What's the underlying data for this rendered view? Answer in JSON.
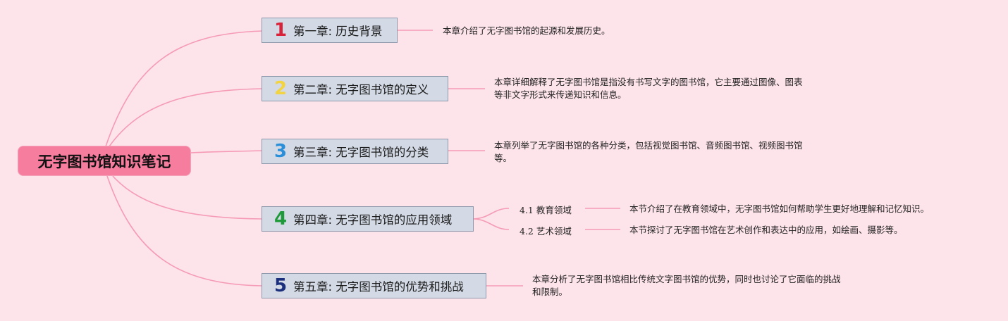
{
  "colors": {
    "background": "#fde3ea",
    "root_fill": "#f77d9f",
    "chapter_fill": "#d3dae5",
    "link": "#f59bb6"
  },
  "root": {
    "label": "无字图书馆知识笔记"
  },
  "chapters": [
    {
      "number": "1",
      "number_color": "#d8233a",
      "label": "第一章: 历史背景",
      "note": "本章介绍了无字图书馆的起源和发展历史。"
    },
    {
      "number": "2",
      "number_color": "#f2d443",
      "label": "第二章: 无字图书馆的定义",
      "note": "本章详细解释了无字图书馆是指没有书写文字的图书馆，它主要通过图像、图表\n等非文字形式来传递知识和信息。"
    },
    {
      "number": "3",
      "number_color": "#2a8fd8",
      "label": "第三章: 无字图书馆的分类",
      "note": "本章列举了无字图书馆的各种分类，包括视觉图书馆、音频图书馆、视频图书馆\n等。"
    },
    {
      "number": "4",
      "number_color": "#1f9a3a",
      "label": "第四章: 无字图书馆的应用领域",
      "subtopics": [
        {
          "label": "4.1 教育领域",
          "note": "本节介绍了在教育领域中，无字图书馆如何帮助学生更好地理解和记忆知识。"
        },
        {
          "label": "4.2 艺术领域",
          "note": "本节探讨了无字图书馆在艺术创作和表达中的应用，如绘画、摄影等。"
        }
      ]
    },
    {
      "number": "5",
      "number_color": "#1c2f7c",
      "label": "第五章: 无字图书馆的优势和挑战",
      "note": "本章分析了无字图书馆相比传统文字图书馆的优势，同时也讨论了它面临的挑战\n和限制。"
    }
  ]
}
